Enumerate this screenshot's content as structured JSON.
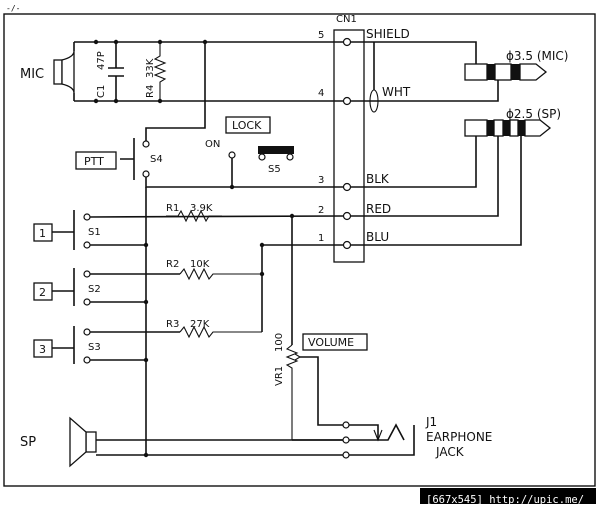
{
  "connector": {
    "name": "CN1",
    "pins": [
      {
        "num": "5",
        "label": "SHIELD"
      },
      {
        "num": "4",
        "label": "WHT"
      },
      {
        "num": "3",
        "label": "BLK"
      },
      {
        "num": "2",
        "label": "RED"
      },
      {
        "num": "1",
        "label": "BLU"
      }
    ]
  },
  "plugs": {
    "mic": "ϕ3.5 (MIC)",
    "sp": "ϕ2.5 (SP)"
  },
  "mic": {
    "label": "MIC",
    "c1": "C1",
    "c1_value": "47P",
    "r4": "R4",
    "r4_value": "33K"
  },
  "ptt": {
    "box_label": "PTT",
    "switch": "S4"
  },
  "lock": {
    "box_label": "LOCK",
    "on": "ON",
    "switch": "S5"
  },
  "keys": [
    {
      "box": "1",
      "switch": "S1",
      "resistor": "R1",
      "value": "3.9K"
    },
    {
      "box": "2",
      "switch": "S2",
      "resistor": "R2",
      "value": "10K"
    },
    {
      "box": "3",
      "switch": "S3",
      "resistor": "R3",
      "value": "27K"
    }
  ],
  "volume": {
    "box_label": "VOLUME",
    "ref": "VR1",
    "value": "100"
  },
  "jack": {
    "ref": "J1",
    "line1": "EARPHONE",
    "line2": "JACK"
  },
  "speaker": {
    "label": "SP"
  },
  "footer": {
    "text": "[667x545] http://upic.me/"
  },
  "corner_mark": "-/-"
}
